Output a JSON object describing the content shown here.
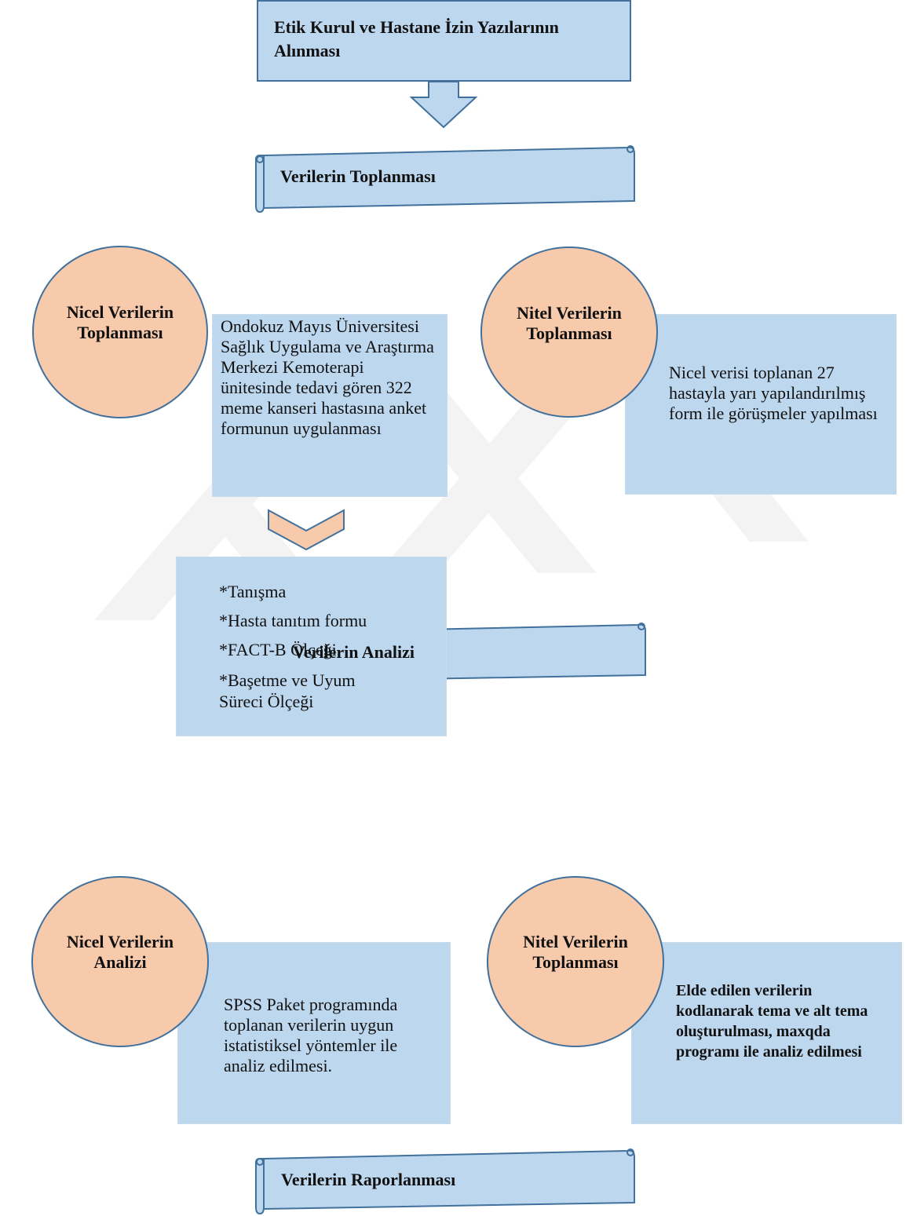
{
  "step1": {
    "title": "Etik Kurul ve Hastane İzin Yazılarının Alınması"
  },
  "stage_collection": {
    "title": "Verilerin Toplanması"
  },
  "quant_collection": {
    "circle": "Nicel Verilerin Toplanması",
    "text": "Ondokuz Mayıs Üniversitesi Sağlık Uygulama ve Araştırma Merkezi Kemoterapi ünitesinde tedavi gören 322 meme kanseri hastasına anket formunun uygulanması",
    "steps": [
      "*Tanışma",
      "*Hasta tanıtım formu",
      "*FACT-B Ölçeği",
      "*Başetme ve Uyum Süreci Ölçeği"
    ]
  },
  "qual_collection": {
    "circle": "Nitel Verilerin Toplanması",
    "text": "Nicel verisi toplanan 27 hastayla yarı yapılandırılmış form ile görüşmeler yapılması"
  },
  "stage_analysis": {
    "title": "Verilerin Analizi"
  },
  "quant_analysis": {
    "circle": "Nicel Verilerin Analizi",
    "text": "SPSS Paket programında toplanan verilerin uygun istatistiksel yöntemler ile analiz edilmesi."
  },
  "qual_analysis": {
    "circle": "Nitel Verilerin Toplanması",
    "text": "Elde edilen verilerin kodlanarak tema ve alt tema oluşturulması, maxqda programı ile analiz edilmesi"
  },
  "stage_reporting": {
    "title": "Verilerin Raporlanması"
  },
  "colors": {
    "box_fill": "#bdd7ee",
    "box_border": "#41719c",
    "circle_fill": "#f7caac",
    "chevron_fill": "#f7caac",
    "watermark": "#f2f2f2"
  }
}
